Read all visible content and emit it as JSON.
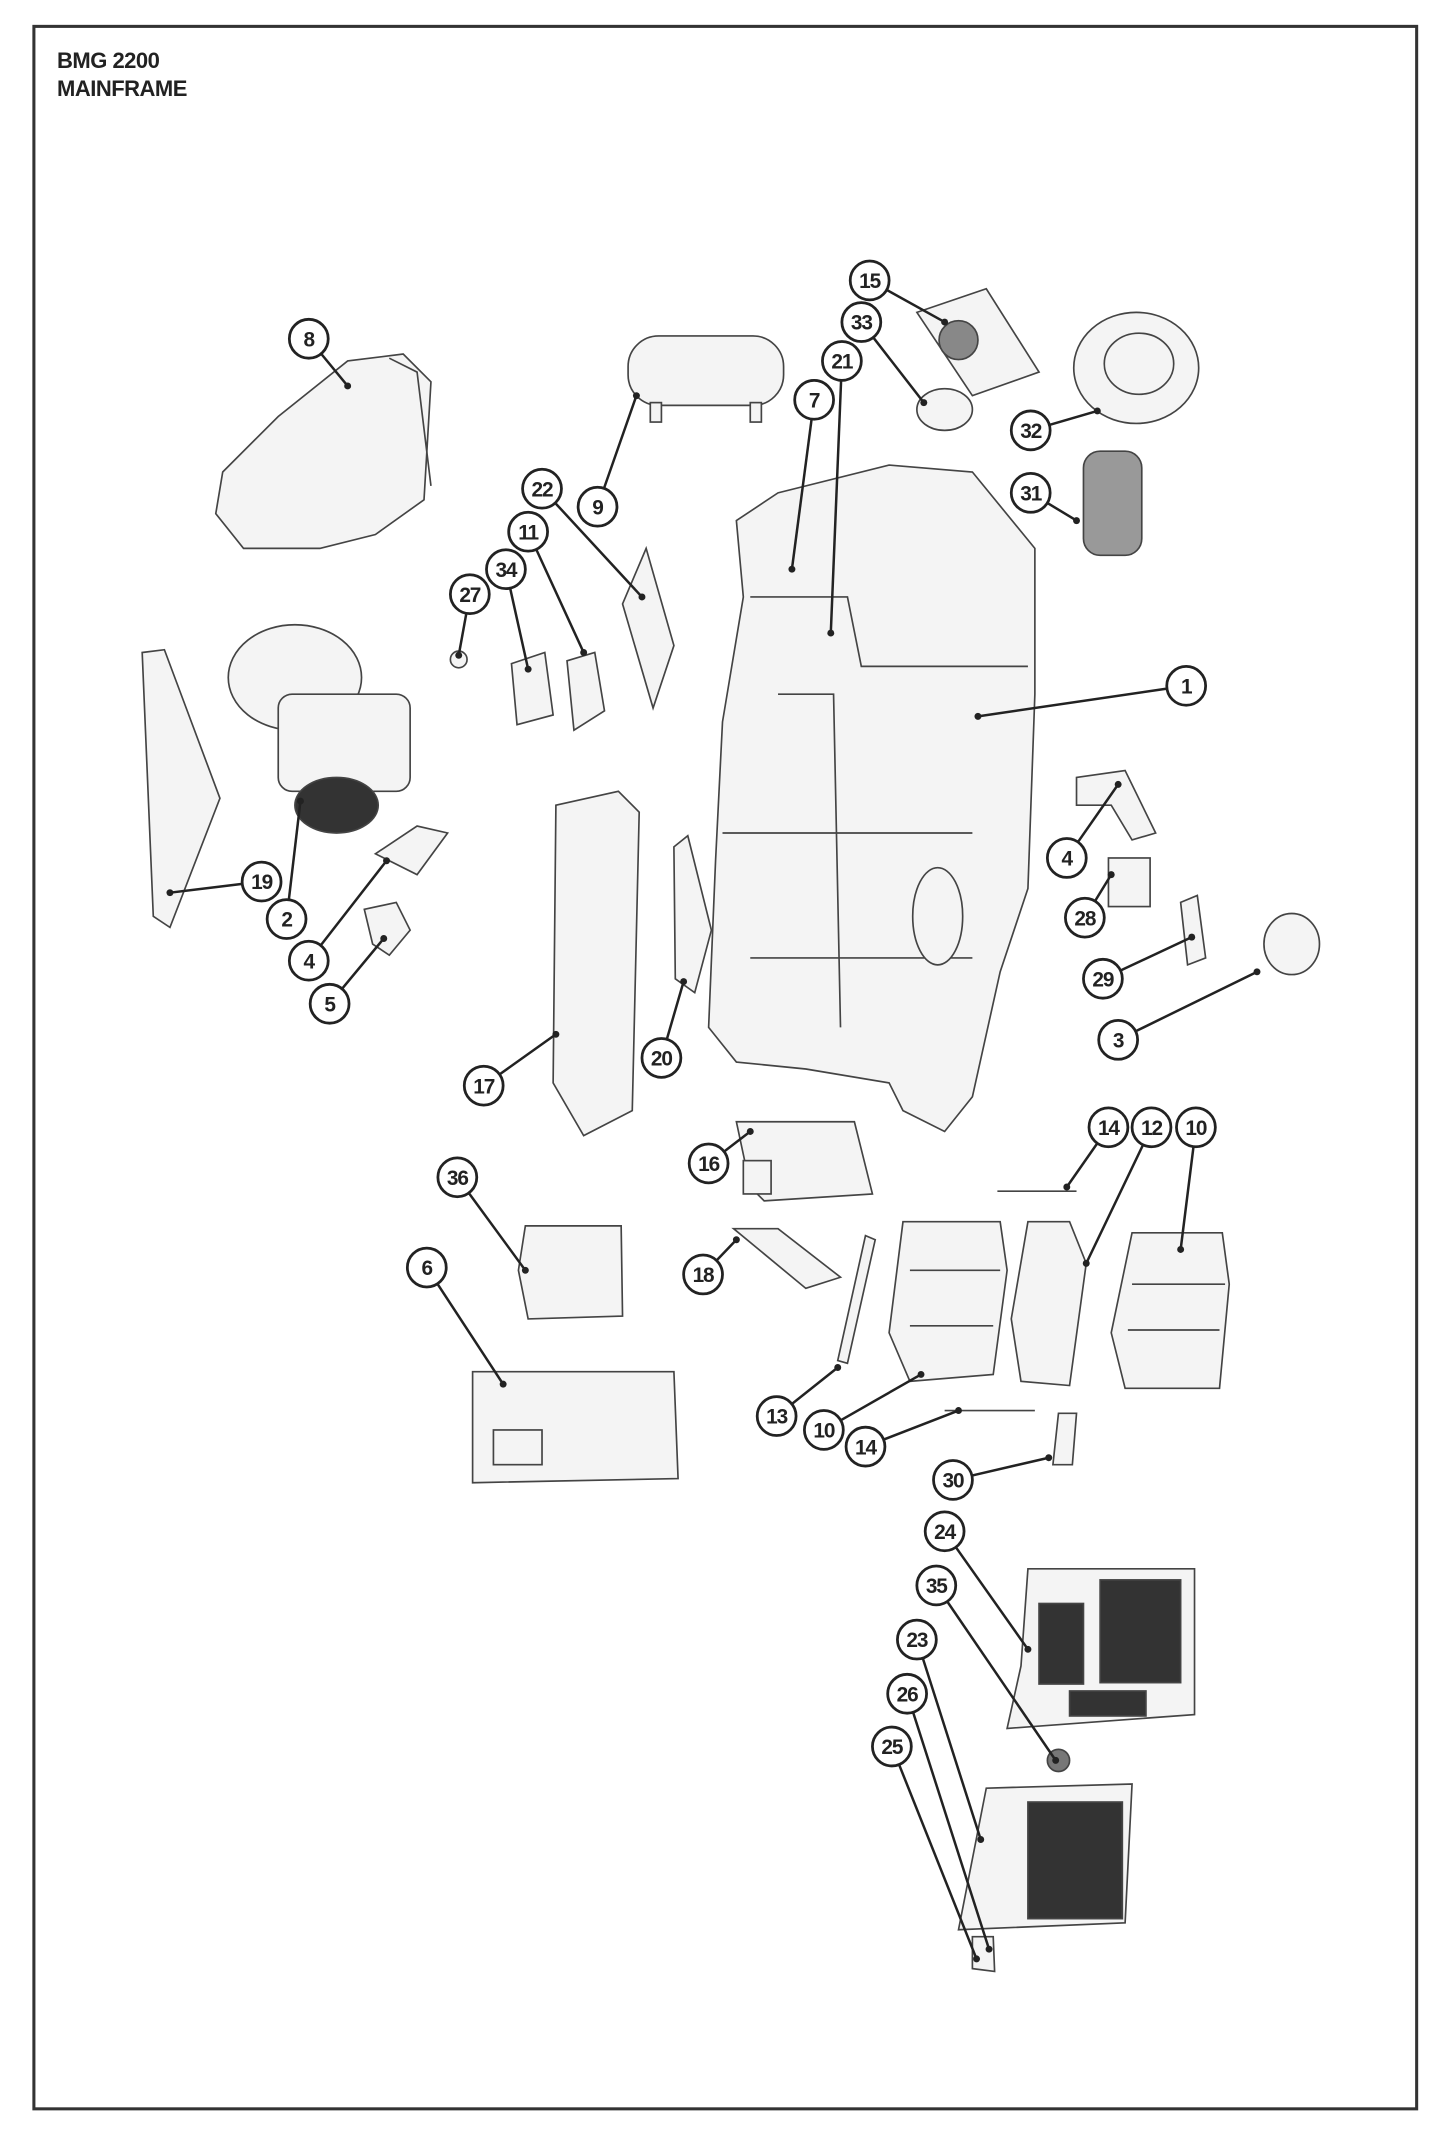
{
  "header": {
    "model": "BMG 2200",
    "section": "MAINFRAME"
  },
  "callouts": [
    "8",
    "9",
    "15",
    "33",
    "21",
    "7",
    "32",
    "31",
    "22",
    "11",
    "34",
    "27",
    "1",
    "19",
    "2",
    "4",
    "5",
    "4",
    "28",
    "29",
    "3",
    "17",
    "20",
    "16",
    "14",
    "12",
    "10",
    "36",
    "6",
    "18",
    "13",
    "10",
    "14",
    "30",
    "24",
    "35",
    "23",
    "26",
    "25"
  ]
}
